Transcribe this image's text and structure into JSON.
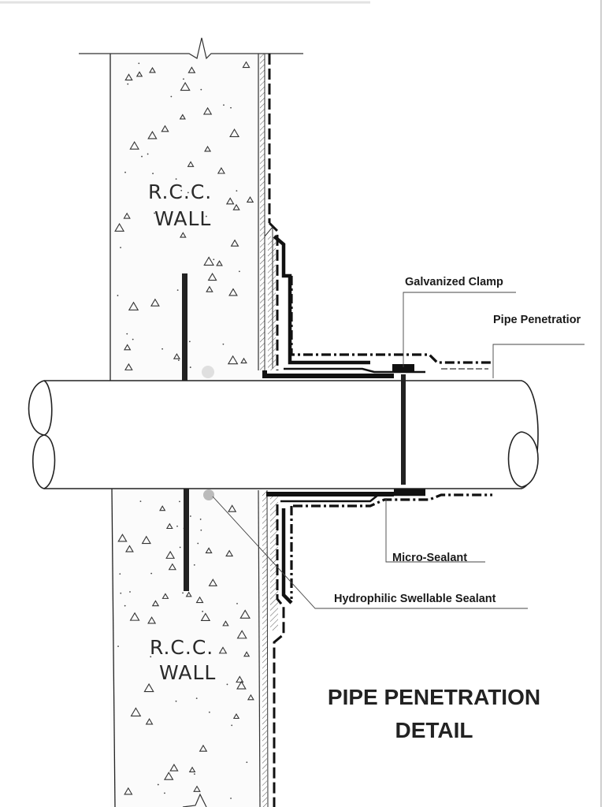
{
  "drawing": {
    "wall_upper_label": [
      "R.C.C.",
      "WALL"
    ],
    "wall_lower_label": [
      "R.C.C.",
      "WALL"
    ],
    "callouts": {
      "galvanized_clamp": "Galvanized Clamp",
      "pipe_penetration": "Pipe Penetratior",
      "micro_sealant": "Micro-Sealant",
      "hydrophilic_sealant": "Hydrophilic Swellable Sealant"
    },
    "title": [
      "PIPE PENETRATION",
      "DETAIL"
    ]
  }
}
